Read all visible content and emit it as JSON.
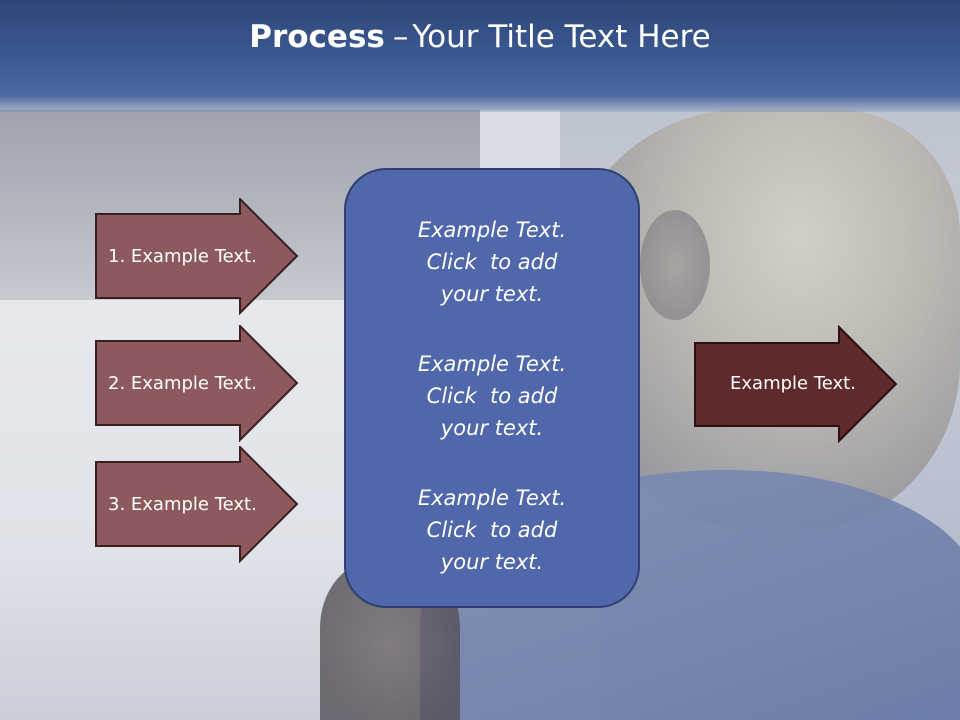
{
  "title": {
    "bold": "Process",
    "separator": "–",
    "rest": "Your Title Text Here"
  },
  "left_arrows": [
    {
      "label": "1. Example Text."
    },
    {
      "label": "2. Example Text."
    },
    {
      "label": "3. Example Text."
    }
  ],
  "center_card": {
    "blocks": [
      {
        "line1": "Example Text.",
        "line2": "Click  to add",
        "line3": "your text."
      },
      {
        "line1": "Example Text.",
        "line2": "Click  to add",
        "line3": "your text."
      },
      {
        "line1": "Example Text.",
        "line2": "Click  to add",
        "line3": "your text."
      }
    ]
  },
  "right_arrow": {
    "label": "Example Text."
  },
  "colors": {
    "title_band": "#3c5a94",
    "left_arrow_fill": "#8c5a5c",
    "right_arrow_fill": "#5e2a2c",
    "card_fill": "#5068ab"
  }
}
